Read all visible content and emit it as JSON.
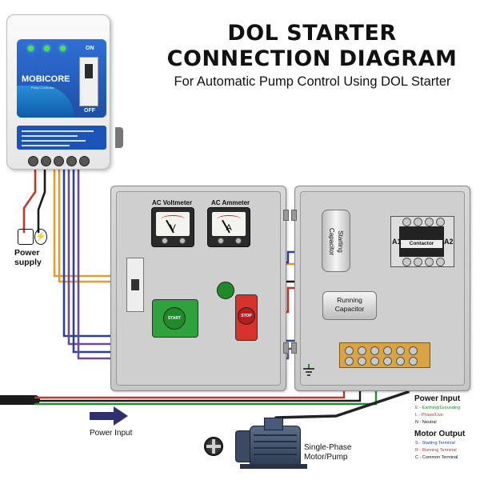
{
  "title_line1": "DOL STARTER",
  "title_line2": "CONNECTION DIAGRAM",
  "subtitle": "For Automatic Pump Control Using DOL Starter",
  "controller": {
    "brand": "MOBICORE",
    "brand_sub": "Pump Controller",
    "on_label": "ON",
    "off_label": "OFF"
  },
  "power_supply_label": "Power supply",
  "power_input_label": "Power Input",
  "left_box": {
    "voltmeter_label": "AC Voltmeter",
    "voltmeter_unit": "V",
    "ammeter_label": "AC Ammeter",
    "ammeter_unit": "A",
    "green_button_label": "START",
    "red_button_label": "STOP"
  },
  "right_box": {
    "starting_cap_label": "Starting Capacitor",
    "running_cap_label": "Running Capacitor",
    "contactor_label": "Contactor",
    "a1_label": "A1",
    "a2_label": "A2"
  },
  "motor_label": "Single-Phase Motor/Pump",
  "legend": {
    "power_input_title": "Power Input",
    "power_items": [
      {
        "text": "E - Earthing/Grounding",
        "color": "#1e8c2a"
      },
      {
        "text": "L - Phase/Live",
        "color": "#c0392b"
      },
      {
        "text": "N - Neutral",
        "color": "#111111"
      }
    ],
    "motor_output_title": "Motor Output",
    "motor_items": [
      {
        "text": "S - Starting Terminal",
        "color": "#2c3e9e"
      },
      {
        "text": "R - Running Terminal",
        "color": "#c0392b"
      },
      {
        "text": "C - Common Terminal",
        "color": "#111111"
      }
    ]
  },
  "colors": {
    "wire_red": "#c0392b",
    "wire_black": "#1a1a1a",
    "wire_blue": "#2c3e9e",
    "wire_orange": "#e69b2c",
    "wire_green": "#1e8c2a",
    "wire_purple": "#6b4aa0"
  }
}
